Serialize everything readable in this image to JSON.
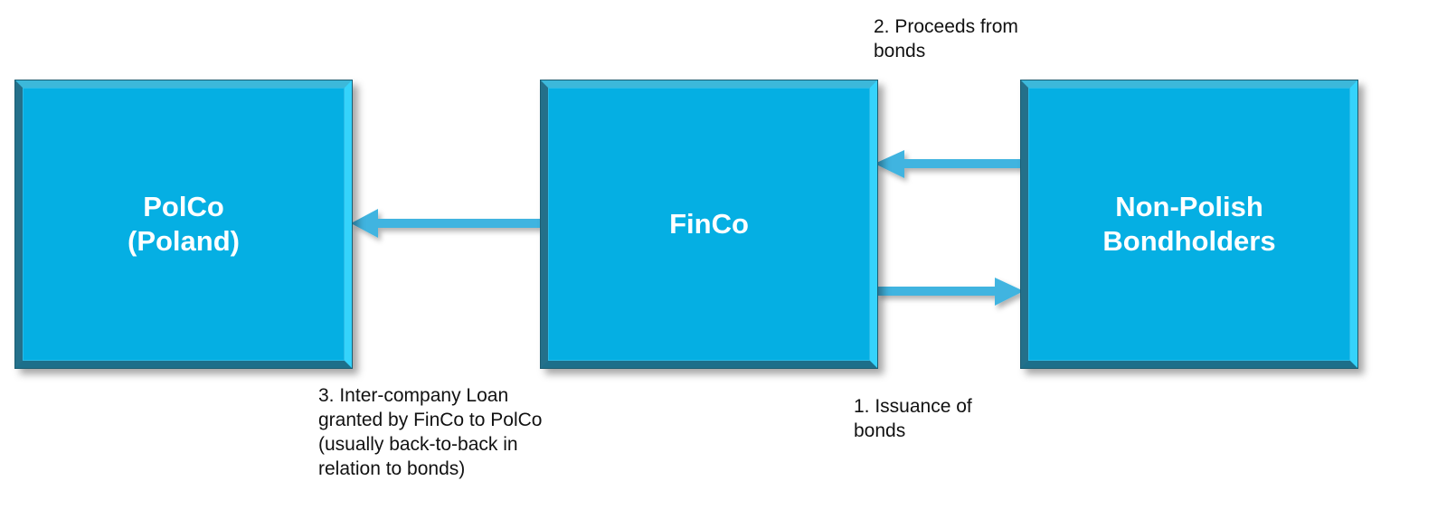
{
  "nodes": {
    "polco": [
      "PolCo",
      "(Poland)"
    ],
    "finco": [
      "FinCo"
    ],
    "bondholders": [
      "Non-Polish",
      "Bondholders"
    ]
  },
  "labels": {
    "proceeds": [
      "2. Proceeds from",
      "bonds"
    ],
    "issuance": [
      "1. Issuance of",
      "bonds"
    ],
    "loan": [
      "3. Inter-company Loan",
      "granted by FinCo to PolCo",
      "(usually back-to-back in",
      "relation to bonds)"
    ]
  },
  "colors": {
    "box": "#05afe3",
    "arrow": "#40b4e0"
  }
}
